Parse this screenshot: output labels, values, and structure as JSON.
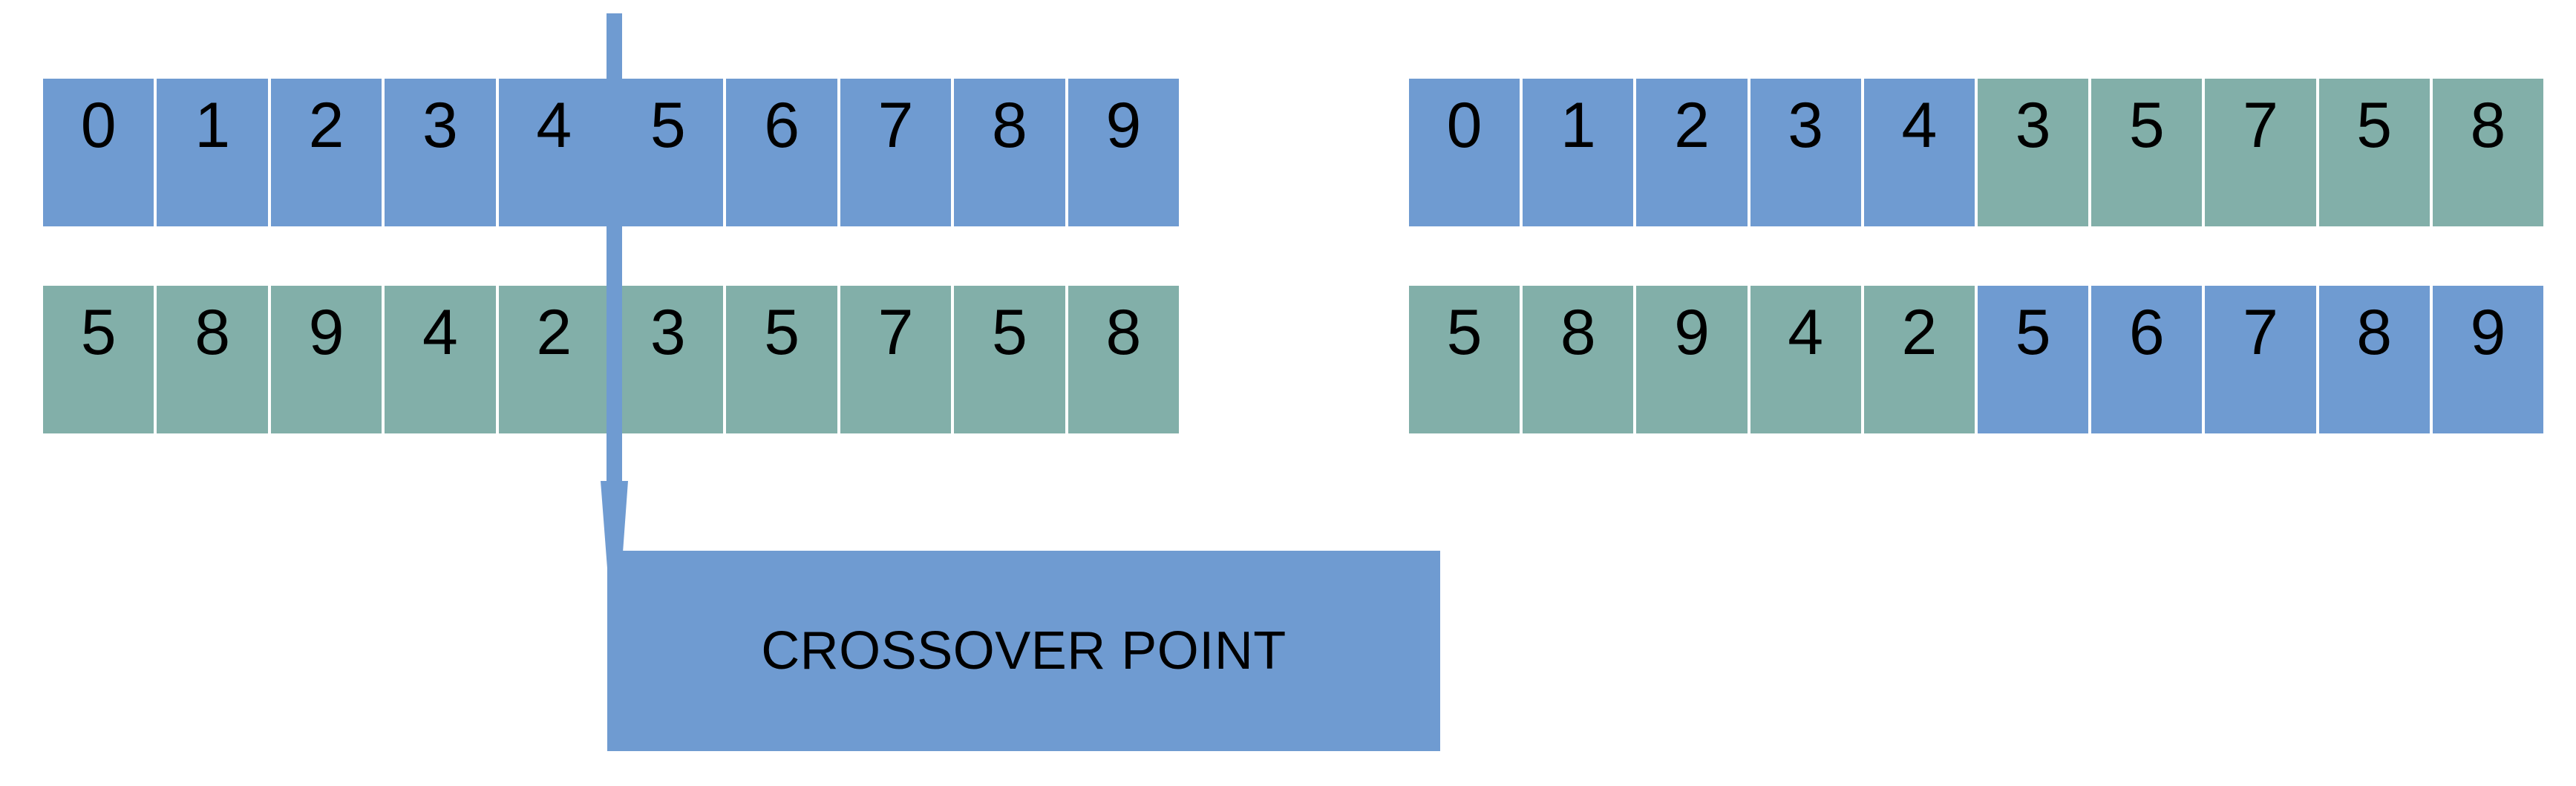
{
  "diagram": {
    "title": "Crossover Point",
    "colors": {
      "parent_a": "#6F9BD1",
      "parent_b": "#82AFA9",
      "background": "#FFFFFF",
      "arrow": "#6F9BD1",
      "label_box": "#6F9BD1",
      "text": "#000000"
    },
    "crossover_index": 5,
    "label": {
      "text": "CROSSOVER POINT"
    },
    "arrow": {
      "name": "crossover-arrow",
      "direction": "down"
    },
    "rows": [
      {
        "id": "row-parent-a",
        "name": "parent-chromosome-a",
        "side": "left",
        "cells": [
          {
            "value": "0",
            "color": "blue"
          },
          {
            "value": "1",
            "color": "blue"
          },
          {
            "value": "2",
            "color": "blue"
          },
          {
            "value": "3",
            "color": "blue"
          },
          {
            "value": "4",
            "color": "blue"
          },
          {
            "value": "5",
            "color": "blue"
          },
          {
            "value": "6",
            "color": "blue"
          },
          {
            "value": "7",
            "color": "blue"
          },
          {
            "value": "8",
            "color": "blue"
          },
          {
            "value": "9",
            "color": "blue"
          }
        ]
      },
      {
        "id": "row-parent-b",
        "name": "parent-chromosome-b",
        "side": "left",
        "cells": [
          {
            "value": "5",
            "color": "green"
          },
          {
            "value": "8",
            "color": "green"
          },
          {
            "value": "9",
            "color": "green"
          },
          {
            "value": "4",
            "color": "green"
          },
          {
            "value": "2",
            "color": "green"
          },
          {
            "value": "3",
            "color": "green"
          },
          {
            "value": "5",
            "color": "green"
          },
          {
            "value": "7",
            "color": "green"
          },
          {
            "value": "5",
            "color": "green"
          },
          {
            "value": "8",
            "color": "green"
          }
        ]
      },
      {
        "id": "row-child-a",
        "name": "offspring-chromosome-a",
        "side": "right",
        "cells": [
          {
            "value": "0",
            "color": "blue"
          },
          {
            "value": "1",
            "color": "blue"
          },
          {
            "value": "2",
            "color": "blue"
          },
          {
            "value": "3",
            "color": "blue"
          },
          {
            "value": "4",
            "color": "blue"
          },
          {
            "value": "3",
            "color": "green"
          },
          {
            "value": "5",
            "color": "green"
          },
          {
            "value": "7",
            "color": "green"
          },
          {
            "value": "5",
            "color": "green"
          },
          {
            "value": "8",
            "color": "green"
          }
        ]
      },
      {
        "id": "row-child-b",
        "name": "offspring-chromosome-b",
        "side": "right",
        "cells": [
          {
            "value": "5",
            "color": "green"
          },
          {
            "value": "8",
            "color": "green"
          },
          {
            "value": "9",
            "color": "green"
          },
          {
            "value": "4",
            "color": "green"
          },
          {
            "value": "2",
            "color": "green"
          },
          {
            "value": "5",
            "color": "blue"
          },
          {
            "value": "6",
            "color": "blue"
          },
          {
            "value": "7",
            "color": "blue"
          },
          {
            "value": "8",
            "color": "blue"
          },
          {
            "value": "9",
            "color": "blue"
          }
        ]
      }
    ]
  }
}
